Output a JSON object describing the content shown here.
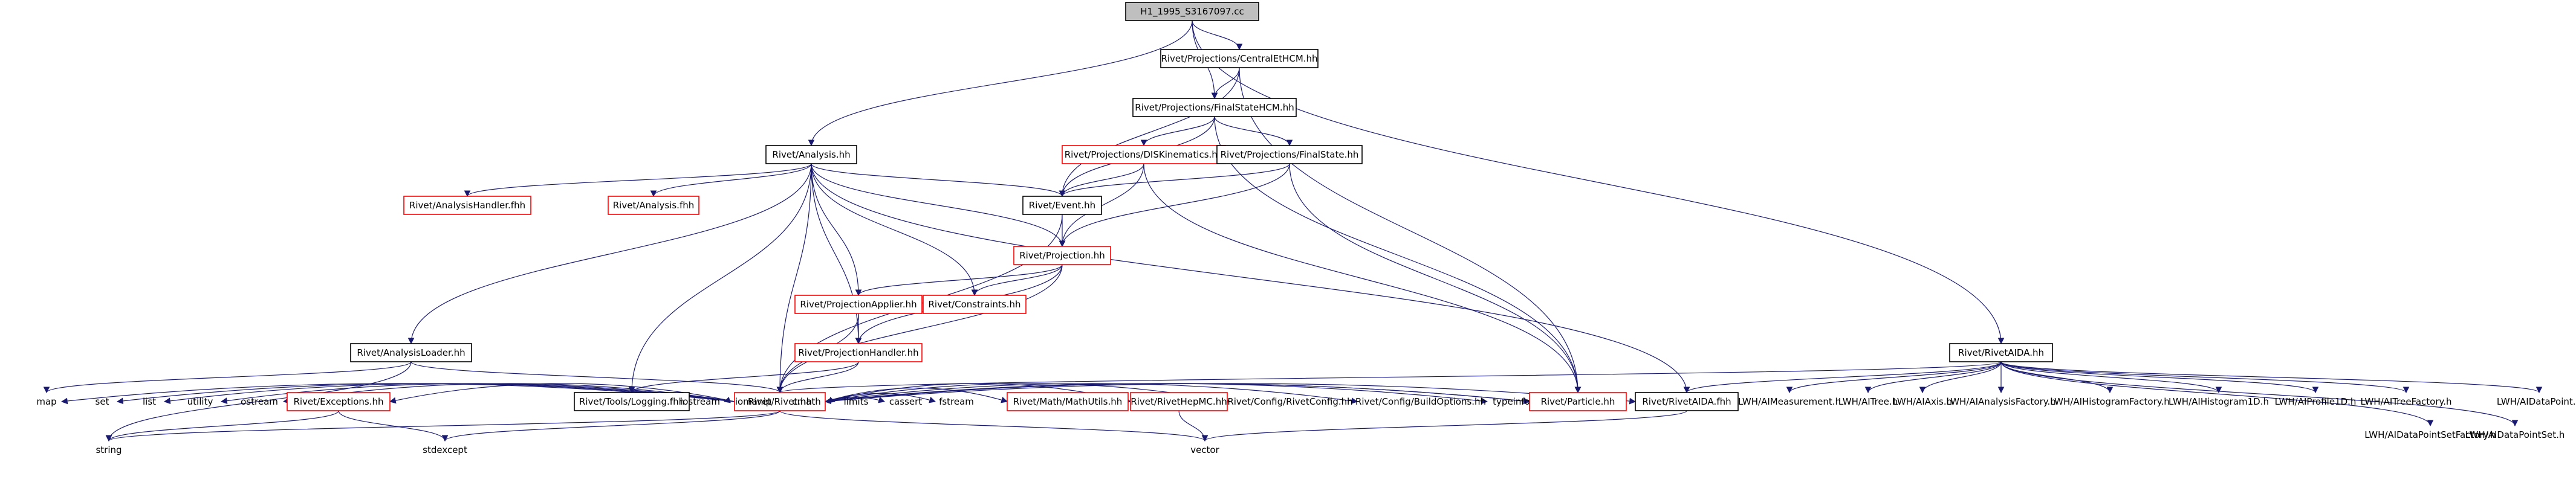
{
  "diagram": {
    "title": "",
    "edge_color": "#191970",
    "missing_include_color": "#ff0000",
    "root_fill": "#bfbfbf",
    "nodes": {
      "root": "H1_1995_S3167097.cc",
      "centralethcm": "Rivet/Projections/CentralEtHCM.hh",
      "finalstatehcm": "Rivet/Projections/FinalStateHCM.hh",
      "analysis_hh": "Rivet/Analysis.hh",
      "diskinematics": "Rivet/Projections/DISKinematics.hh",
      "finalstate": "Rivet/Projections/FinalState.hh",
      "analysishandler_fhh": "Rivet/AnalysisHandler.fhh",
      "analysis_fhh": "Rivet/Analysis.fhh",
      "event": "Rivet/Event.hh",
      "projection": "Rivet/Projection.hh",
      "projectionapplier": "Rivet/ProjectionApplier.hh",
      "constraints": "Rivet/Constraints.hh",
      "analysisloader": "Rivet/AnalysisLoader.hh",
      "projectionhandler": "Rivet/ProjectionHandler.hh",
      "logging": "Rivet/Tools/Logging.fhh",
      "rivet": "Rivet/Rivet.hh",
      "rivetaida_hh": "Rivet/RivetAIDA.hh",
      "aimeasurement": "LWH/AIMeasurement.h",
      "aitree": "LWH/AITree.h",
      "aiaxis": "LWH/AIAxis.h",
      "aianalysisfactory": "LWH/AIAnalysisFactory.h",
      "aihistogramfactory": "LWH/AIHistogramFactory.h",
      "aihistogram1d": "LWH/AIHistogram1D.h",
      "aiprofile1d": "LWH/AIProfile1D.h",
      "aitreefactory": "LWH/AITreeFactory.h",
      "aidatapointsetfactory": "LWH/AIDataPointSetFactory.h",
      "aidatapointset": "LWH/AIDataPointSet.h",
      "aidatapoint": "LWH/AIDataPoint.h",
      "map": "map",
      "set": "set",
      "list": "list",
      "utility": "utility",
      "ostream": "ostream",
      "exceptions": "Rivet/Exceptions.hh",
      "iostream": "iostream",
      "iomanip": "iomanip",
      "cmath": "cmath",
      "limits": "limits",
      "cassert": "cassert",
      "fstream": "fstream",
      "mathutils": "Rivet/Math/MathUtils.hh",
      "rivethepmc": "Rivet/RivetHepMC.hh",
      "rivetconfig": "Rivet/Config/RivetConfig.hh",
      "buildoptions": "Rivet/Config/BuildOptions.hh",
      "typeinfo": "typeinfo",
      "particle": "Rivet/Particle.hh",
      "rivetaida_fhh": "Rivet/RivetAIDA.fhh",
      "string": "string",
      "stdexcept": "stdexcept",
      "vector": "vector"
    }
  }
}
